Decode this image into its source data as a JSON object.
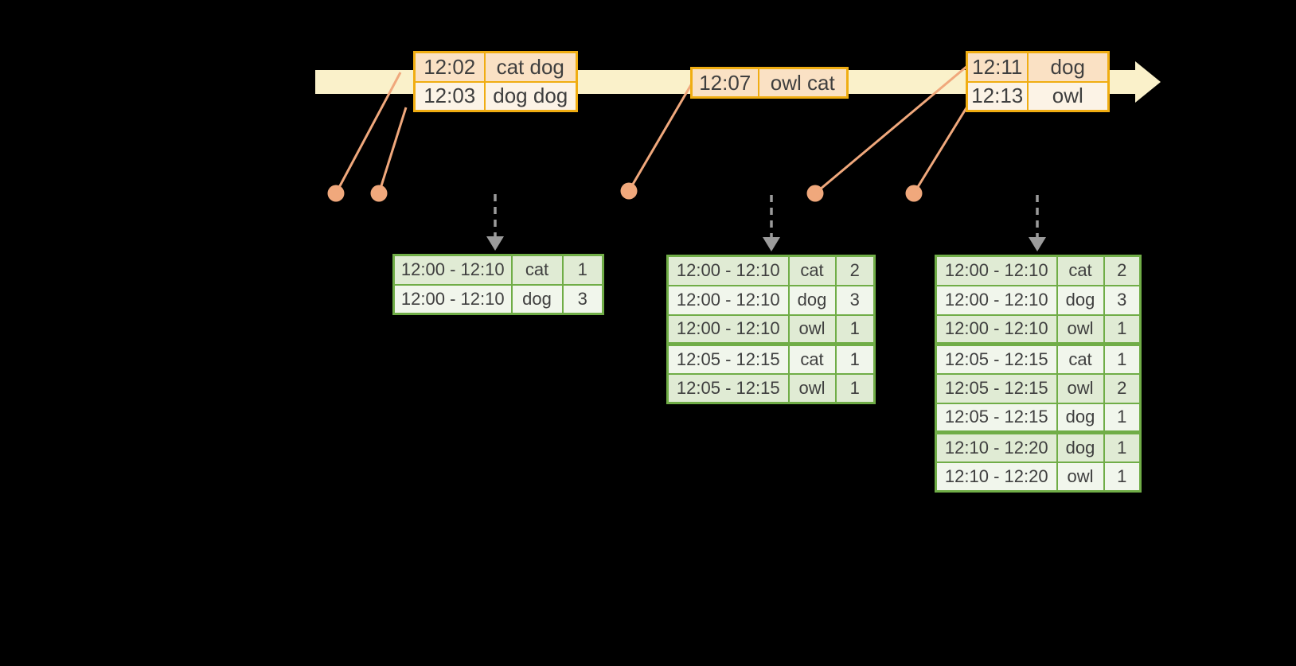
{
  "colors": {
    "background": "#000000",
    "text": "#3F3F3F",
    "timeline": "#FAF1CA",
    "event-border": "#F0AD12",
    "event-row-dark": "#FAE1C4",
    "event-row-light": "#FCF3E6",
    "marker": "#F0A87C",
    "arrow": "#9B9B9B",
    "result-border": "#70AD47",
    "result-row-dark": "#E0EBD4",
    "result-row-light": "#F1F6EC"
  },
  "timeline": {
    "event_tables": [
      {
        "rows": [
          {
            "time": "12:02",
            "words": "cat dog"
          },
          {
            "time": "12:03",
            "words": "dog dog"
          }
        ]
      },
      {
        "rows": [
          {
            "time": "12:07",
            "words": "owl cat"
          }
        ]
      },
      {
        "rows": [
          {
            "time": "12:11",
            "words": "dog"
          },
          {
            "time": "12:13",
            "words": "owl"
          }
        ]
      }
    ]
  },
  "result_tables": [
    {
      "rows": [
        {
          "window": "12:00 - 12:10",
          "word": "cat",
          "count": "1"
        },
        {
          "window": "12:00 - 12:10",
          "word": "dog",
          "count": "3"
        }
      ]
    },
    {
      "rows": [
        {
          "window": "12:00 - 12:10",
          "word": "cat",
          "count": "2"
        },
        {
          "window": "12:00 - 12:10",
          "word": "dog",
          "count": "3"
        },
        {
          "window": "12:00 - 12:10",
          "word": "owl",
          "count": "1"
        },
        {
          "window": "12:05 - 12:15",
          "word": "cat",
          "count": "1"
        },
        {
          "window": "12:05 - 12:15",
          "word": "owl",
          "count": "1"
        }
      ]
    },
    {
      "rows": [
        {
          "window": "12:00 - 12:10",
          "word": "cat",
          "count": "2"
        },
        {
          "window": "12:00 - 12:10",
          "word": "dog",
          "count": "3"
        },
        {
          "window": "12:00 - 12:10",
          "word": "owl",
          "count": "1"
        },
        {
          "window": "12:05 - 12:15",
          "word": "cat",
          "count": "1"
        },
        {
          "window": "12:05 - 12:15",
          "word": "owl",
          "count": "2"
        },
        {
          "window": "12:05 - 12:15",
          "word": "dog",
          "count": "1"
        },
        {
          "window": "12:10 - 12:20",
          "word": "dog",
          "count": "1"
        },
        {
          "window": "12:10 - 12:20",
          "word": "owl",
          "count": "1"
        }
      ]
    }
  ]
}
